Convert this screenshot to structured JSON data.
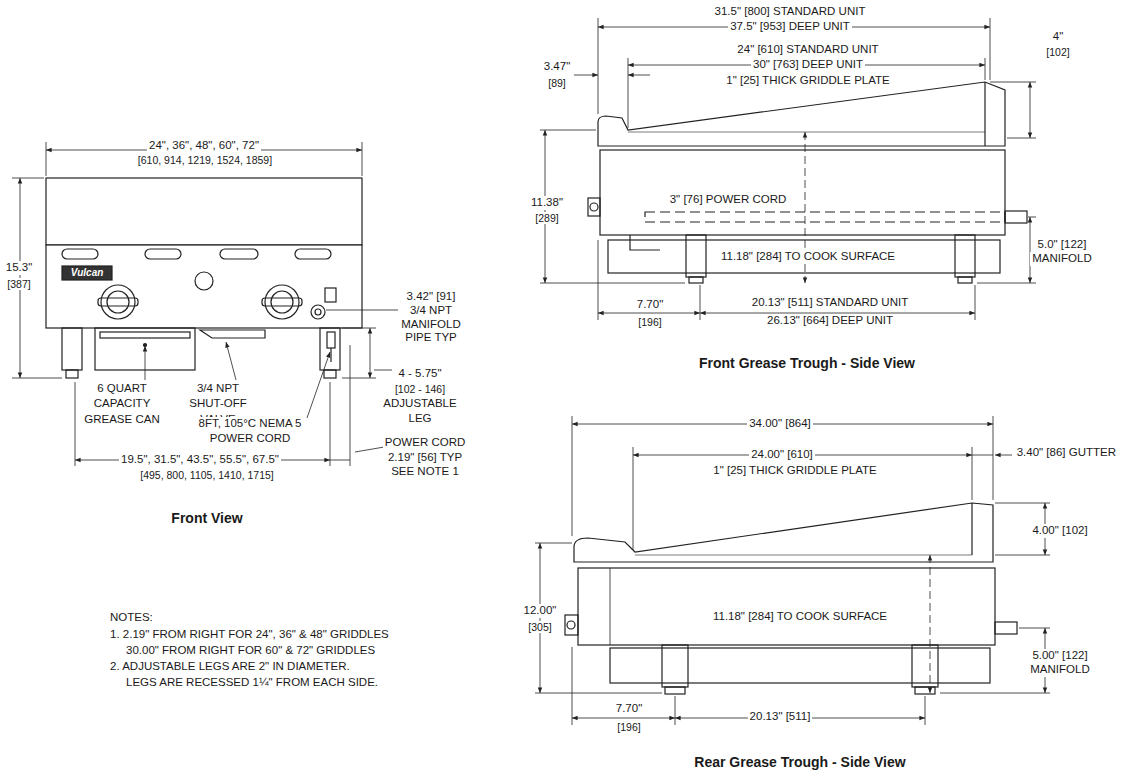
{
  "diagram": {
    "labels": [
      "24\", 36\", 48\", 60\", 72\"",
      "[610, 914, 1219, 1524, 1859]",
      "15.3\"",
      "[387]",
      "3.42\" [91]",
      "3/4 NPT",
      "MANIFOLD",
      "PIPE TYP",
      "6 QUART",
      "CAPACITY",
      "GREASE CAN",
      "3/4 NPT",
      "SHUT-OFF",
      "VALVE",
      "4 - 5.75\"",
      "[102 - 146]",
      "ADJUSTABLE",
      "LEG",
      "8FT, 105°C NEMA 5",
      "POWER CORD",
      "POWER CORD",
      "2.19\" [56] TYP",
      "SEE NOTE 1",
      "19.5\", 31.5\", 43.5\", 55.5\", 67.5\"",
      "[495, 800, 1105, 1410, 1715]",
      "Front View",
      "NOTES:",
      "1. 2.19\" FROM RIGHT FOR 24\", 36\" & 48\" GRIDDLES",
      "30.00\" FROM RIGHT FOR 60\" & 72\" GRIDDLES",
      "2. ADJUSTABLE LEGS ARE 2\" IN DIAMETER.",
      "LEGS ARE RECESSED 1¼\" FROM EACH SIDE.",
      "31.5\" [800] STANDARD UNIT",
      "37.5\" [953] DEEP UNIT",
      "24\" [610] STANDARD UNIT",
      "30\" [763] DEEP UNIT",
      "1\" [25] THICK GRIDDLE PLATE",
      "3.47\"",
      "[89]",
      "4\"",
      "[102]",
      "11.38\"",
      "[289]",
      "3\" [76] POWER CORD",
      "5.0\" [122]",
      "MANIFOLD",
      "11.18\" [284] TO COOK SURFACE",
      "7.70\"",
      "[196]",
      "20.13\" [511] STANDARD UNIT",
      "26.13\" [664] DEEP UNIT",
      "Front  Grease Trough - Side View",
      "34.00\" [864]",
      "24.00\" [610]",
      "1\" [25] THICK GRIDDLE PLATE",
      "3.40\" [86] GUTTER",
      "4.00\" [102]",
      "12.00\"",
      "[305]",
      "11.18\" [284] TO COOK SURFACE",
      "5.00\" [122]",
      "MANIFOLD",
      "7.70\"",
      "[196]",
      "20.13\" [511]",
      "Rear  Grease Trough - Side View",
      "Vulcan"
    ]
  }
}
